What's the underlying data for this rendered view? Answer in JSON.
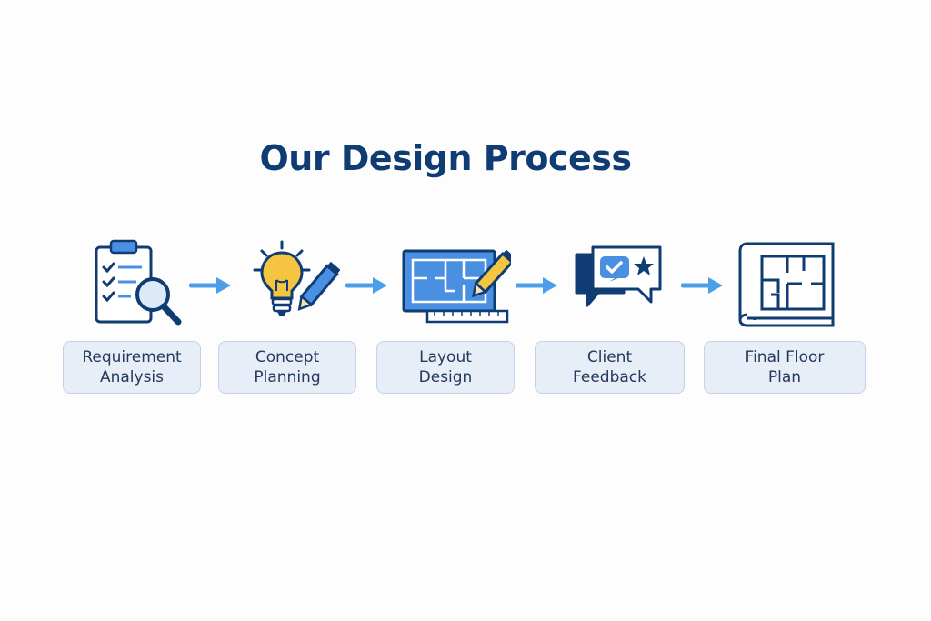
{
  "title": "Our Design Process",
  "colors": {
    "title": "#0f3d73",
    "navy": "#0f3d73",
    "accent_blue": "#4a90e2",
    "arrow": "#4a9fe8",
    "bulb": "#f5c542",
    "box_bg": "#e8eef7",
    "box_border": "#c3d2e6"
  },
  "steps": [
    {
      "line1": "Requirement",
      "line2": "Analysis",
      "icon": "clipboard-magnifier-icon"
    },
    {
      "line1": "Concept",
      "line2": "Planning",
      "icon": "lightbulb-pencil-icon"
    },
    {
      "line1": "Layout",
      "line2": "Design",
      "icon": "blueprint-pencil-icon"
    },
    {
      "line1": "Client",
      "line2": "Feedback",
      "icon": "speech-bubbles-icon"
    },
    {
      "line1": "Final Floor",
      "line2": "Plan",
      "icon": "floor-plan-scroll-icon"
    }
  ]
}
